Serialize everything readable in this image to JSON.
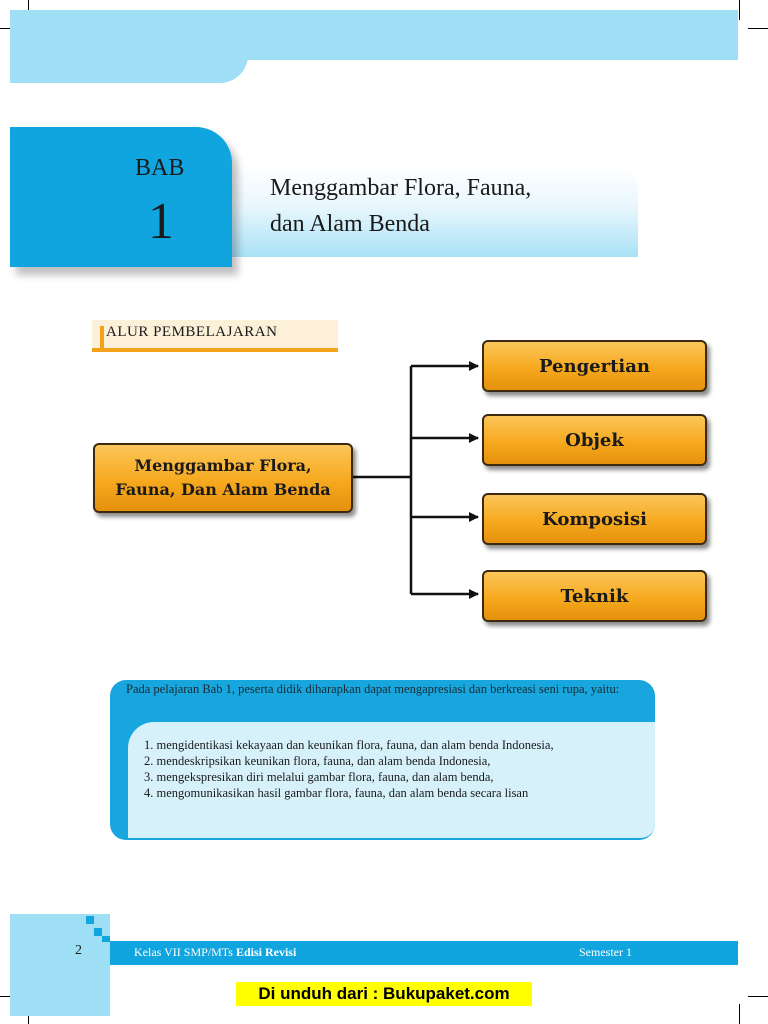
{
  "header": {
    "bab_label": "BAB",
    "bab_number": "1",
    "title_line1": "Menggambar Flora, Fauna,",
    "title_line2": "dan Alam Benda"
  },
  "alur": {
    "label": "ALUR PEMBELAJARAN"
  },
  "diagram": {
    "main_line1": "Menggambar Flora,",
    "main_line2": "Fauna, Dan Alam Benda",
    "items": [
      "Pengertian",
      "Objek",
      "Komposisi",
      "Teknik"
    ]
  },
  "info": {
    "intro": "Pada pelajaran Bab 1, peserta didik diharapkan dapat mengapresiasi dan berkreasi seni rupa, yaitu:",
    "list": [
      "1.   mengidentikasi kekayaan dan keunikan flora, fauna, dan alam benda Indonesia,",
      "2.  mendeskripsikan keunikan flora, fauna, dan alam benda Indonesia,",
      "3.  mengekspresikan diri melalui gambar flora, fauna, dan alam benda,",
      "4.  mengomunikasikan hasil gambar  flora, fauna, dan alam benda secara lisan"
    ]
  },
  "footer": {
    "page_number": "2",
    "book_prefix": "Kelas VII SMP/MTs ",
    "book_edition": "Edisi Revisi",
    "semester": "Semester 1"
  },
  "download": {
    "text": "Di unduh dari : Bukupaket.com"
  },
  "colors": {
    "light_blue": "#9edff5",
    "blue": "#10a5df",
    "orange": "#f6a91e",
    "yellow": "#ffff00"
  }
}
